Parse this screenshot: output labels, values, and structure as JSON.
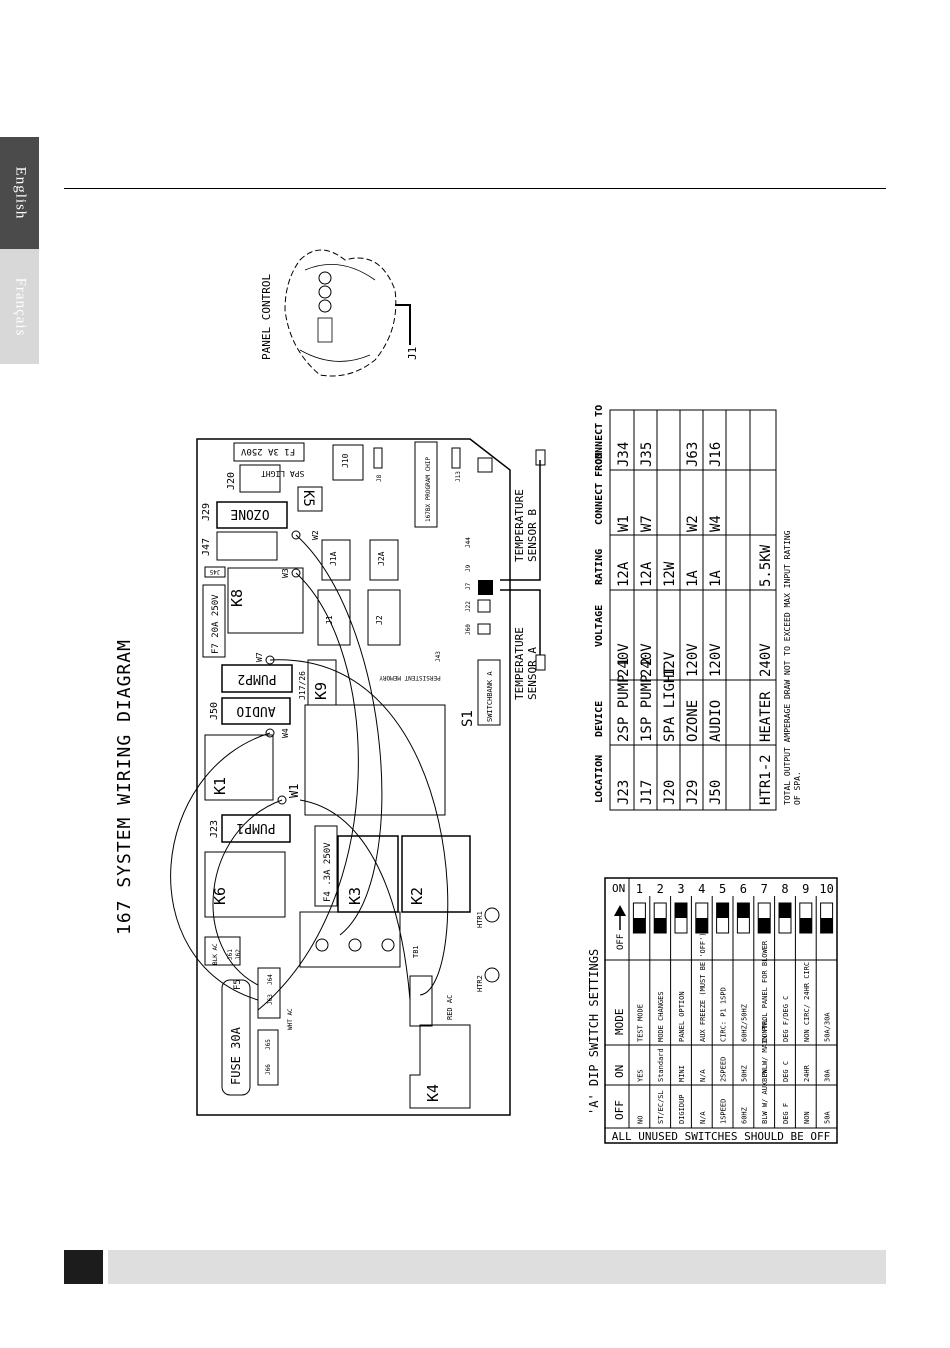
{
  "side_tabs": {
    "english": "English",
    "francais": "Français"
  },
  "title": "167 SYSTEM WIRING DIAGRAM",
  "panel": {
    "label": "PANEL CONTROL",
    "connector": "J1"
  },
  "board": {
    "relays": [
      "K1",
      "K2",
      "K3",
      "K4",
      "K5",
      "K6",
      "K8",
      "K9"
    ],
    "fuses": {
      "main": "FUSE 30A",
      "f1": "F1 3A 250V",
      "f4": "F4 .3A 250V",
      "f7": "F7 20A 250V",
      "f5": "F5"
    },
    "jacks": {
      "j10": "J10",
      "j8": "J8",
      "j13": "J13",
      "j20": "J20",
      "spa_light": "SPA LIGHT",
      "j29": "J29",
      "ozone": "OZONE",
      "j47": "J47",
      "j45": "J45",
      "j1a": "J1A",
      "j2a": "J2A",
      "j1": "J1",
      "j2": "J2",
      "j17_26": "J17/26",
      "pump2": "PUMP2",
      "j50": "J50",
      "audio": "AUDIO",
      "j23": "J23",
      "pump1": "PUMP1",
      "j43": "J43",
      "w7": "W7",
      "w3": "W3",
      "w2": "W2",
      "w4": "W4",
      "w1": "W1",
      "tb1": "TB1",
      "htr1": "HTR1",
      "htr2": "HTR2",
      "red_ac": "RED AC",
      "blk_ac": "BLK AC",
      "wht_ac": "WHT AC",
      "j61": "J61",
      "j62": "J62",
      "j63": "J63",
      "j64": "J64",
      "j65": "J65",
      "j66": "J66",
      "j60": "J60",
      "j22": "J22",
      "j7": "J7",
      "j9": "J9",
      "j44": "J44"
    },
    "chip": "167BX PROGRAM CHIP",
    "memory": "PERSISTENT MEMORY",
    "s1": "S1",
    "switchbank": "SWITCHBANK A",
    "sensor_a": [
      "TEMPERATURE",
      "SENSOR A"
    ],
    "sensor_b": [
      "TEMPERATURE",
      "SENSOR B"
    ]
  },
  "device_table": {
    "headers": [
      "LOCATION",
      "DEVICE",
      "VOLTAGE",
      "RATING",
      "CONNECT FROM",
      "CONNECT TO"
    ],
    "rows": [
      [
        "J23",
        "2SP PUMP 1",
        "240V",
        "12A",
        "W1",
        "J34"
      ],
      [
        "J17",
        "1SP PUMP 2",
        "240V",
        "12A",
        "W7",
        "J35"
      ],
      [
        "J20",
        "SPA LIGHT",
        "12V",
        "12W",
        "",
        ""
      ],
      [
        "J29",
        "OZONE",
        "120V",
        "1A",
        "W2",
        "J63"
      ],
      [
        "J50",
        "AUDIO",
        "120V",
        "1A",
        "W4",
        "J16"
      ],
      [
        "",
        "",
        "",
        "",
        "",
        ""
      ],
      [
        "HTR1-2",
        "HEATER",
        "240V",
        "5.5KW",
        "",
        ""
      ]
    ],
    "note": [
      "TOTAL OUTPUT AMPERAGE DRAW NOT TO EXCEED MAX INPUT RATING",
      "OF SPA."
    ]
  },
  "dip_table": {
    "title": "'A' DIP SWITCH SETTINGS",
    "headers": [
      "OFF",
      "ON",
      "MODE"
    ],
    "on_label": "ON",
    "off_label": "OFF",
    "rows": [
      {
        "num": "1",
        "off": "NO",
        "on": "YES",
        "mode": "TEST MODE",
        "state": "off"
      },
      {
        "num": "2",
        "off": "ST/EC/SL",
        "on": "Standard",
        "mode": "MODE CHANGES",
        "state": "off"
      },
      {
        "num": "3",
        "off": "DIGIDUP",
        "on": "MINI",
        "mode": "PANEL OPTION",
        "state": "on"
      },
      {
        "num": "4",
        "off": "N/A",
        "on": "N/A",
        "mode": "AUX FREEZE (MUST BE 'OFF')",
        "state": "off"
      },
      {
        "num": "5",
        "off": "1SPEED",
        "on": "2SPEED",
        "mode": "CIRC: P1 1SPD",
        "state": "on"
      },
      {
        "num": "6",
        "off": "60HZ",
        "on": "50HZ",
        "mode": "60HZ/50HZ",
        "state": "on"
      },
      {
        "num": "7",
        "off": "BLW W/ AUX PNL",
        "on": "BLW W/ MAIN PNL",
        "mode": "CONTROL PANEL FOR BLOWER",
        "state": "off"
      },
      {
        "num": "8",
        "off": "DEG F",
        "on": "DEG C",
        "mode": "DEG F/DEG C",
        "state": "on"
      },
      {
        "num": "9",
        "off": "NON",
        "on": "24HR",
        "mode": "NON CIRC/ 24HR CIRC",
        "state": "off"
      },
      {
        "num": "10",
        "off": "50A",
        "on": "30A",
        "mode": "50A/30A",
        "state": "off"
      }
    ],
    "footer": "ALL UNUSED SWITCHES SHOULD BE OFF"
  }
}
